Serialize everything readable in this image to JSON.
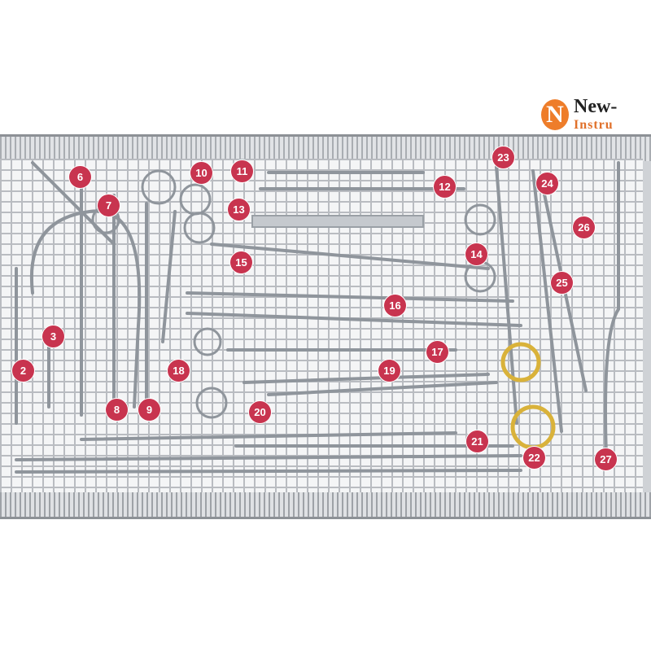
{
  "logo": {
    "name": "New-",
    "subtitle": "Instru"
  },
  "labels": [
    "2",
    "3",
    "6",
    "7",
    "8",
    "9",
    "10",
    "11",
    "12",
    "13",
    "14",
    "15",
    "16",
    "17",
    "18",
    "19",
    "20",
    "21",
    "22",
    "23",
    "24",
    "25",
    "26",
    "27"
  ],
  "colors": {
    "marker": "#c8344f",
    "logo": "#ee7d2a",
    "gold_handle": "#d9b23a"
  }
}
